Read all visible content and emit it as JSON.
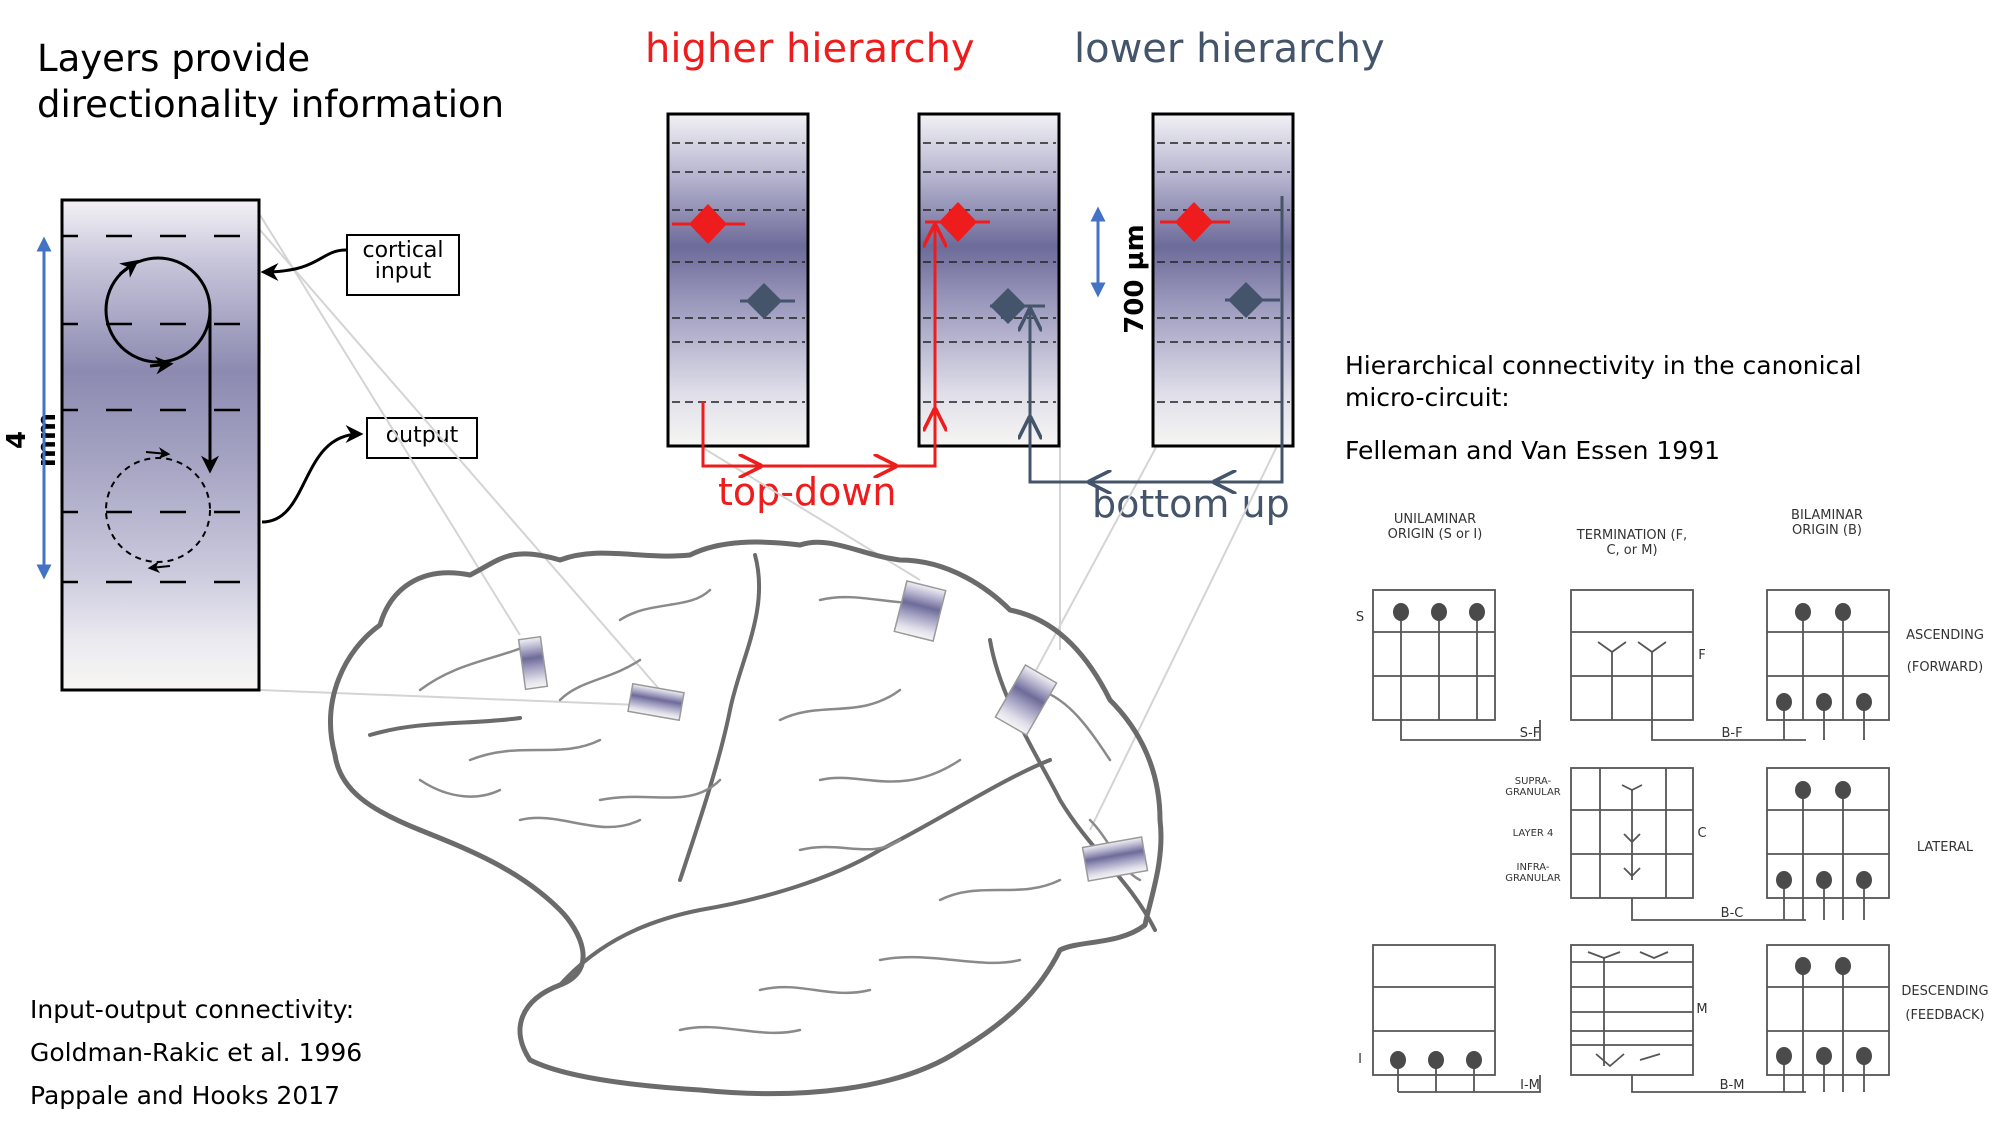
{
  "title": "Layers provide directionality information",
  "higher_hierarchy": "higher hierarchy",
  "lower_hierarchy": "lower hierarchy",
  "top_down": "top-down",
  "bottom_up": "bottom up",
  "scale_4mm": "4 mm",
  "scale_700um": "700 µm",
  "cortical_input": "cortical input",
  "output": "output",
  "hier_text": "Hierarchical connectivity in the canonical micro-circuit:",
  "fve_ref": "Felleman and Van Essen 1991",
  "io_refs": {
    "line1": "Input-output connectivity:",
    "line2": "Goldman-Rakic et al. 1996",
    "line3": "Pappale and Hooks 2017"
  },
  "fve": {
    "unilaminar": "UNILAMINAR ORIGIN (S or I)",
    "termination": "TERMINATION (F, C, or M)",
    "bilaminar": "BILAMINAR ORIGIN (B)",
    "ascending": "ASCENDING",
    "forward": "(FORWARD)",
    "lateral": "LATERAL",
    "descending": "DESCENDING",
    "feedback": "(FEEDBACK)",
    "s": "S",
    "i": "I",
    "f": "F",
    "c": "C",
    "m": "M",
    "sf": "S-F",
    "bf": "B-F",
    "bc": "B-C",
    "im": "I-M",
    "bm": "B-M",
    "supra": "SUPRA- GRANULAR",
    "layer4": "LAYER 4",
    "infra": "INFRA- GRANULAR"
  },
  "colors": {
    "red": "#ee1c1c",
    "slate": "#44546a",
    "blue": "#4472c4",
    "brain_outline": "#666666"
  }
}
